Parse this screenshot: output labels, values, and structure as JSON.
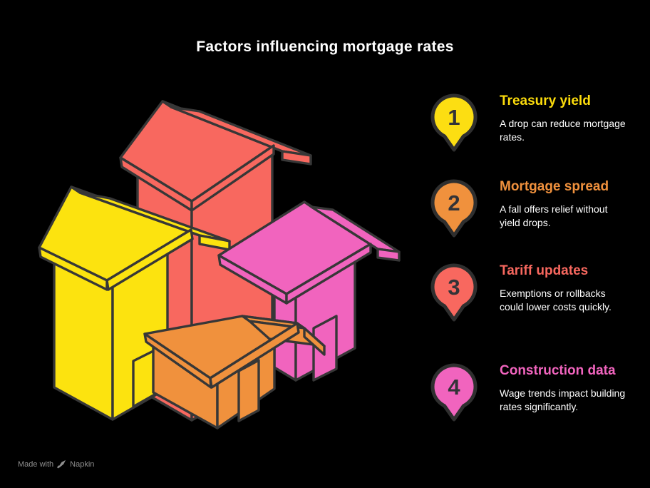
{
  "title": "Factors influencing mortgage rates",
  "background": "#000000",
  "text_color": "#FFFFFF",
  "outline_color": "#373737",
  "items": [
    {
      "number": "1",
      "title": "Treasury yield",
      "description": "A drop can reduce mortgage rates.",
      "color": "#FCDE12",
      "icon": "numbered-pin-icon"
    },
    {
      "number": "2",
      "title": "Mortgage spread",
      "description": "A fall offers relief without yield drops.",
      "color": "#F0913D",
      "icon": "numbered-pin-icon"
    },
    {
      "number": "3",
      "title": "Tariff updates",
      "description": "Exemptions or rollbacks could lower costs quickly.",
      "color": "#F8685F",
      "icon": "numbered-pin-icon"
    },
    {
      "number": "4",
      "title": "Construction data",
      "description": "Wage trends impact building rates significantly.",
      "color": "#F164BE",
      "icon": "numbered-pin-icon"
    }
  ],
  "illustration": {
    "description": "isometric-houses-illustration",
    "houses": [
      {
        "name": "red-house",
        "color": "#F8685F"
      },
      {
        "name": "yellow-house",
        "color": "#FCE30F"
      },
      {
        "name": "pink-house",
        "color": "#F164BE"
      },
      {
        "name": "orange-house",
        "color": "#F0913D"
      }
    ]
  },
  "footer": {
    "made_with": "Made with",
    "brand": "Napkin",
    "icon": "quill-icon"
  }
}
